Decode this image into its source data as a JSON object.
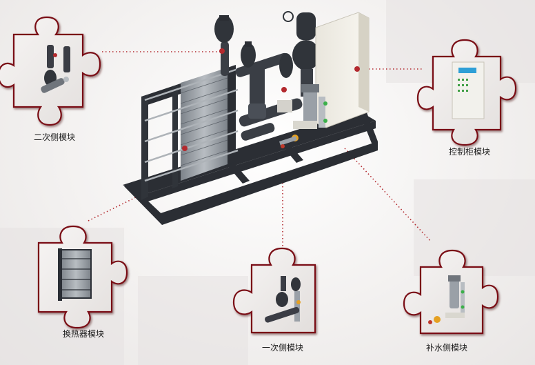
{
  "labels": {
    "secondary": "二次侧模块",
    "control": "控制柜模块",
    "exchanger": "换热器模块",
    "primary": "一次侧模块",
    "makeup": "补水侧模块"
  },
  "colors": {
    "puzzle_fill": "#efecea",
    "puzzle_edge": "#7a0f12",
    "connector": "#b3292e",
    "frame": "#2a2d33",
    "plate": "#9aa0a7"
  }
}
